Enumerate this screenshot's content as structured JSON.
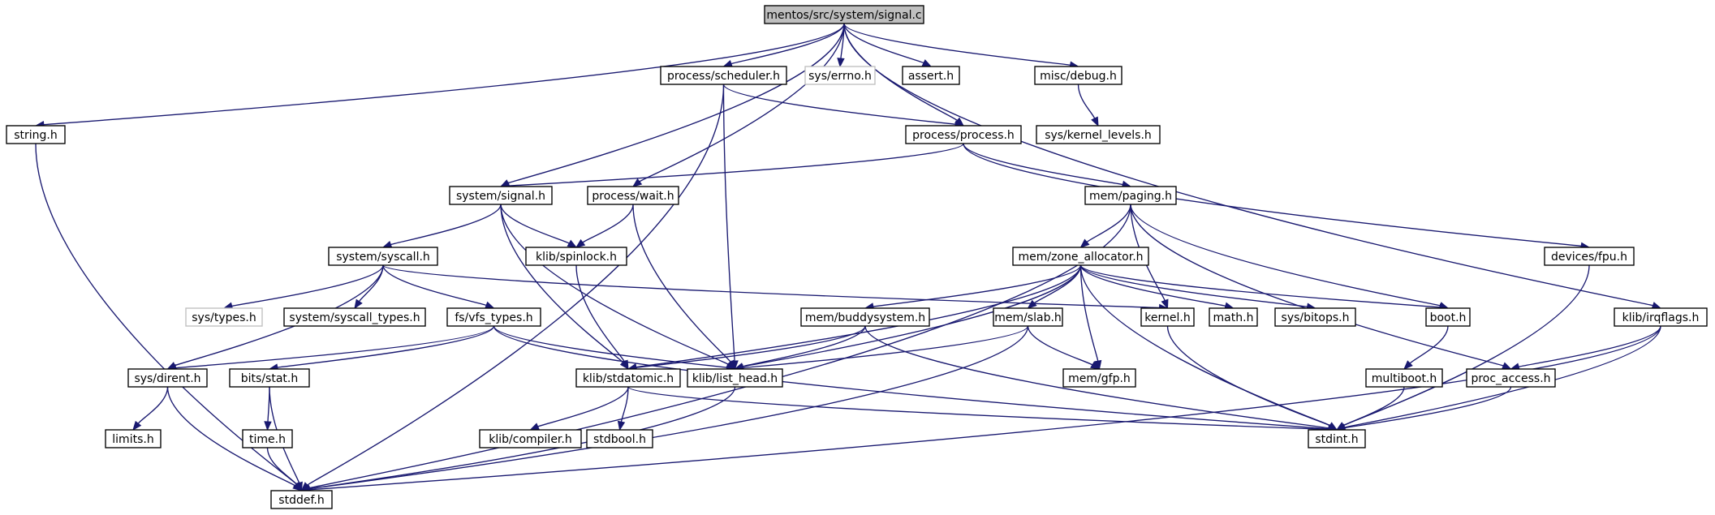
{
  "graph": {
    "colors": {
      "edge": "#191970",
      "root_fill": "#bfbfbf",
      "missing_border": "#bfbfbf",
      "node_border": "#000000"
    },
    "nodes": [
      {
        "id": "signal_c",
        "label": "mentos/src/system/signal.c",
        "style": "root"
      },
      {
        "id": "string_h",
        "label": "string.h",
        "style": "normal"
      },
      {
        "id": "scheduler_h",
        "label": "process/scheduler.h",
        "style": "normal"
      },
      {
        "id": "errno_h",
        "label": "sys/errno.h",
        "style": "missing"
      },
      {
        "id": "assert_h",
        "label": "assert.h",
        "style": "normal"
      },
      {
        "id": "debug_h",
        "label": "misc/debug.h",
        "style": "normal"
      },
      {
        "id": "kernel_levels_h",
        "label": "sys/kernel_levels.h",
        "style": "normal"
      },
      {
        "id": "process_h",
        "label": "process/process.h",
        "style": "normal"
      },
      {
        "id": "signal_h",
        "label": "system/signal.h",
        "style": "normal"
      },
      {
        "id": "wait_h",
        "label": "process/wait.h",
        "style": "normal"
      },
      {
        "id": "paging_h",
        "label": "mem/paging.h",
        "style": "normal"
      },
      {
        "id": "syscall_h",
        "label": "system/syscall.h",
        "style": "normal"
      },
      {
        "id": "spinlock_h",
        "label": "klib/spinlock.h",
        "style": "normal"
      },
      {
        "id": "zone_allocator_h",
        "label": "mem/zone_allocator.h",
        "style": "normal"
      },
      {
        "id": "fpu_h",
        "label": "devices/fpu.h",
        "style": "normal"
      },
      {
        "id": "irqflags_h",
        "label": "klib/irqflags.h",
        "style": "normal"
      },
      {
        "id": "types_h",
        "label": "sys/types.h",
        "style": "missing"
      },
      {
        "id": "syscall_types_h",
        "label": "system/syscall_types.h",
        "style": "normal"
      },
      {
        "id": "vfs_types_h",
        "label": "fs/vfs_types.h",
        "style": "normal"
      },
      {
        "id": "buddysystem_h",
        "label": "mem/buddysystem.h",
        "style": "normal"
      },
      {
        "id": "slab_h",
        "label": "mem/slab.h",
        "style": "normal"
      },
      {
        "id": "kernel_h",
        "label": "kernel.h",
        "style": "normal"
      },
      {
        "id": "math_h",
        "label": "math.h",
        "style": "normal"
      },
      {
        "id": "bitops_h",
        "label": "sys/bitops.h",
        "style": "normal"
      },
      {
        "id": "boot_h",
        "label": "boot.h",
        "style": "normal"
      },
      {
        "id": "dirent_h",
        "label": "sys/dirent.h",
        "style": "normal"
      },
      {
        "id": "stat_h",
        "label": "bits/stat.h",
        "style": "normal"
      },
      {
        "id": "stdatomic_h",
        "label": "klib/stdatomic.h",
        "style": "normal"
      },
      {
        "id": "list_head_h",
        "label": "klib/list_head.h",
        "style": "normal"
      },
      {
        "id": "gfp_h",
        "label": "mem/gfp.h",
        "style": "normal"
      },
      {
        "id": "multiboot_h",
        "label": "multiboot.h",
        "style": "normal"
      },
      {
        "id": "proc_access_h",
        "label": "proc_access.h",
        "style": "normal"
      },
      {
        "id": "limits_h",
        "label": "limits.h",
        "style": "normal"
      },
      {
        "id": "time_h",
        "label": "time.h",
        "style": "normal"
      },
      {
        "id": "compiler_h",
        "label": "klib/compiler.h",
        "style": "normal"
      },
      {
        "id": "stdbool_h",
        "label": "stdbool.h",
        "style": "normal"
      },
      {
        "id": "stdint_h",
        "label": "stdint.h",
        "style": "normal"
      },
      {
        "id": "stddef_h",
        "label": "stddef.h",
        "style": "normal"
      }
    ],
    "edges": [
      [
        "signal_c",
        "string_h"
      ],
      [
        "signal_c",
        "scheduler_h"
      ],
      [
        "signal_c",
        "errno_h"
      ],
      [
        "signal_c",
        "assert_h"
      ],
      [
        "signal_c",
        "debug_h"
      ],
      [
        "signal_c",
        "process_h"
      ],
      [
        "signal_c",
        "signal_h"
      ],
      [
        "signal_c",
        "wait_h"
      ],
      [
        "signal_c",
        "irqflags_h"
      ],
      [
        "string_h",
        "stddef_h"
      ],
      [
        "scheduler_h",
        "process_h"
      ],
      [
        "scheduler_h",
        "list_head_h"
      ],
      [
        "scheduler_h",
        "stddef_h"
      ],
      [
        "debug_h",
        "kernel_levels_h"
      ],
      [
        "process_h",
        "signal_h"
      ],
      [
        "process_h",
        "paging_h"
      ],
      [
        "process_h",
        "fpu_h"
      ],
      [
        "signal_h",
        "syscall_h"
      ],
      [
        "signal_h",
        "spinlock_h"
      ],
      [
        "signal_h",
        "list_head_h"
      ],
      [
        "signal_h",
        "stdatomic_h"
      ],
      [
        "wait_h",
        "spinlock_h"
      ],
      [
        "wait_h",
        "list_head_h"
      ],
      [
        "paging_h",
        "zone_allocator_h"
      ],
      [
        "paging_h",
        "kernel_h"
      ],
      [
        "paging_h",
        "boot_h"
      ],
      [
        "paging_h",
        "proc_access_h"
      ],
      [
        "paging_h",
        "stddef_h"
      ],
      [
        "syscall_h",
        "types_h"
      ],
      [
        "syscall_h",
        "syscall_types_h"
      ],
      [
        "syscall_h",
        "vfs_types_h"
      ],
      [
        "syscall_h",
        "dirent_h"
      ],
      [
        "syscall_h",
        "kernel_h"
      ],
      [
        "spinlock_h",
        "stdatomic_h"
      ],
      [
        "zone_allocator_h",
        "buddysystem_h"
      ],
      [
        "zone_allocator_h",
        "slab_h"
      ],
      [
        "zone_allocator_h",
        "math_h"
      ],
      [
        "zone_allocator_h",
        "bitops_h"
      ],
      [
        "zone_allocator_h",
        "boot_h"
      ],
      [
        "zone_allocator_h",
        "gfp_h"
      ],
      [
        "zone_allocator_h",
        "list_head_h"
      ],
      [
        "zone_allocator_h",
        "stdatomic_h"
      ],
      [
        "zone_allocator_h",
        "stdint_h"
      ],
      [
        "fpu_h",
        "stdint_h"
      ],
      [
        "irqflags_h",
        "proc_access_h"
      ],
      [
        "irqflags_h",
        "stdint_h"
      ],
      [
        "irqflags_h",
        "stddef_h"
      ],
      [
        "vfs_types_h",
        "dirent_h"
      ],
      [
        "vfs_types_h",
        "stat_h"
      ],
      [
        "vfs_types_h",
        "list_head_h"
      ],
      [
        "vfs_types_h",
        "stdint_h"
      ],
      [
        "buddysystem_h",
        "stdatomic_h"
      ],
      [
        "buddysystem_h",
        "list_head_h"
      ],
      [
        "buddysystem_h",
        "stdint_h"
      ],
      [
        "slab_h",
        "list_head_h"
      ],
      [
        "slab_h",
        "gfp_h"
      ],
      [
        "slab_h",
        "stddef_h"
      ],
      [
        "kernel_h",
        "stdint_h"
      ],
      [
        "boot_h",
        "multiboot_h"
      ],
      [
        "dirent_h",
        "limits_h"
      ],
      [
        "dirent_h",
        "stddef_h"
      ],
      [
        "stat_h",
        "time_h"
      ],
      [
        "stat_h",
        "stddef_h"
      ],
      [
        "stdatomic_h",
        "compiler_h"
      ],
      [
        "stdatomic_h",
        "stdbool_h"
      ],
      [
        "stdatomic_h",
        "stdint_h"
      ],
      [
        "list_head_h",
        "stddef_h"
      ],
      [
        "multiboot_h",
        "stdint_h"
      ],
      [
        "proc_access_h",
        "stdint_h"
      ],
      [
        "time_h",
        "stddef_h"
      ]
    ]
  }
}
